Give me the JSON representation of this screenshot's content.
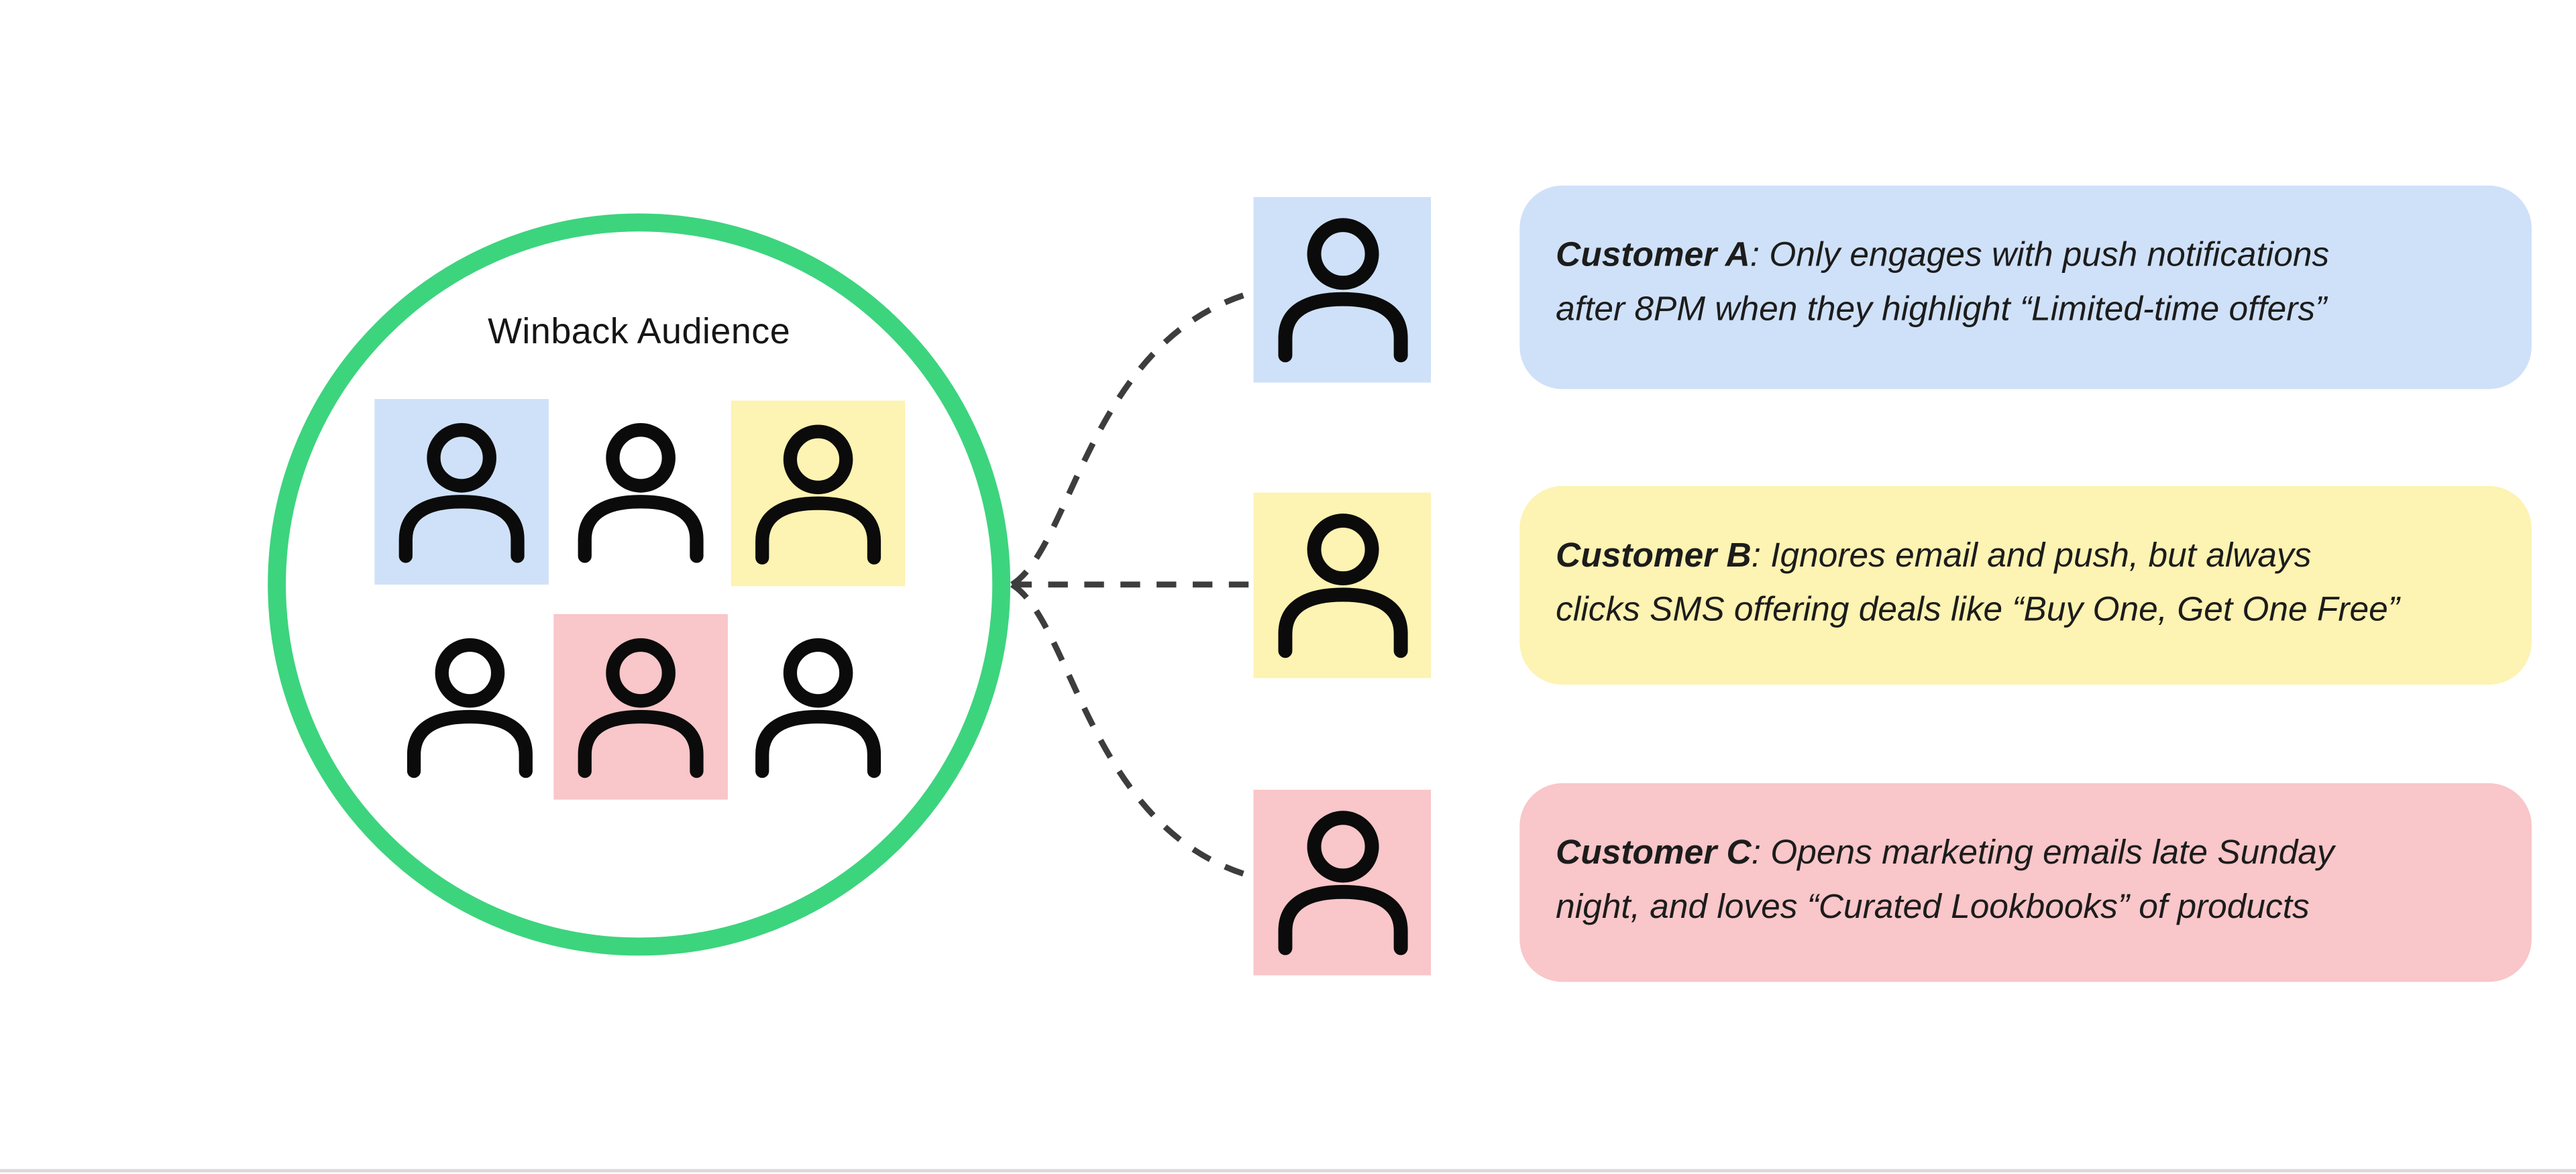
{
  "colors": {
    "blue": "#cfe1f8",
    "yellow": "#fdf3b2",
    "pink": "#f9c6c9",
    "green": "#3dd47e",
    "line": "#3d3d3d"
  },
  "audience": {
    "title": "Winback Audience",
    "members": [
      {
        "highlight": "blue"
      },
      {
        "highlight": "none"
      },
      {
        "highlight": "yellow"
      },
      {
        "highlight": "none"
      },
      {
        "highlight": "pink"
      },
      {
        "highlight": "none"
      }
    ]
  },
  "customers": [
    {
      "label": "Customer A",
      "color": "blue",
      "line1": ": Only engages with push notifications",
      "line2": "after 8PM when they highlight “Limited-time offers”"
    },
    {
      "label": "Customer B",
      "color": "yellow",
      "line1": ": Ignores email and push, but always",
      "line2": "clicks SMS offering deals like “Buy One, Get One Free”"
    },
    {
      "label": "Customer C",
      "color": "pink",
      "line1": ": Opens marketing emails late Sunday",
      "line2": "night, and loves “Curated Lookbooks” of products"
    }
  ]
}
